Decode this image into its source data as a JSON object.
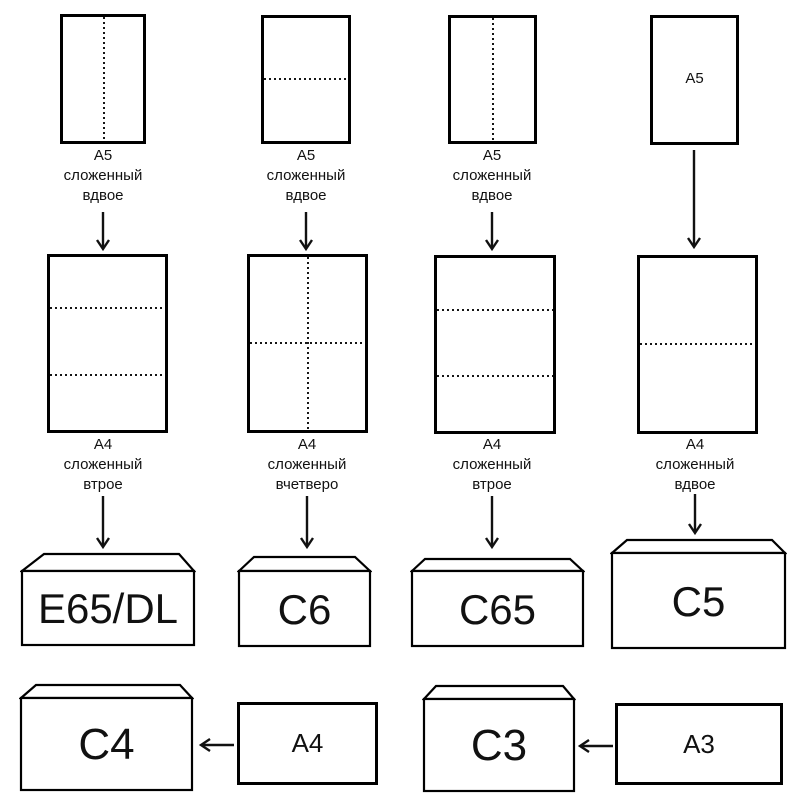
{
  "colors": {
    "highlight_fill": "#F9A8A8",
    "paper_fill": "#FFFFFF",
    "line": "#000000"
  },
  "columns": [
    {
      "top_paper_fold": "vertical-center-dotted",
      "top_label": {
        "line1": "A5",
        "line2": "сложенный",
        "line3": "вдвое"
      },
      "mid_paper_fold": "two-horizontal-thirds-dotted",
      "mid_label": {
        "line1": "A4",
        "line2": "сложенный",
        "line3": "втрое"
      },
      "envelope": "E65/DL",
      "highlighted": false
    },
    {
      "top_paper_fold": "horizontal-center-dotted",
      "top_label": {
        "line1": "A5",
        "line2": "сложенный",
        "line3": "вдвое"
      },
      "mid_paper_fold": "cross-center-dotted",
      "mid_label": {
        "line1": "A4",
        "line2": "сложенный",
        "line3": "вчетверо"
      },
      "envelope": "C6",
      "highlighted": true
    },
    {
      "top_paper_fold": "vertical-center-dotted",
      "top_label": {
        "line1": "A5",
        "line2": "сложенный",
        "line3": "вдвое"
      },
      "mid_paper_fold": "two-horizontal-thirds-dotted",
      "mid_label": {
        "line1": "A4",
        "line2": "сложенный",
        "line3": "втрое"
      },
      "envelope": "C65",
      "highlighted": false
    },
    {
      "top_paper_fold": "none",
      "top_paper_text": "A5",
      "mid_paper_fold": "horizontal-center-dotted",
      "mid_label": {
        "line1": "A4",
        "line2": "сложенный",
        "line3": "вдвое"
      },
      "envelope": "C5",
      "highlighted": false
    }
  ],
  "bottom_row": [
    {
      "envelope": "C4",
      "source": "A4"
    },
    {
      "envelope": "C3",
      "source": "A3"
    }
  ]
}
